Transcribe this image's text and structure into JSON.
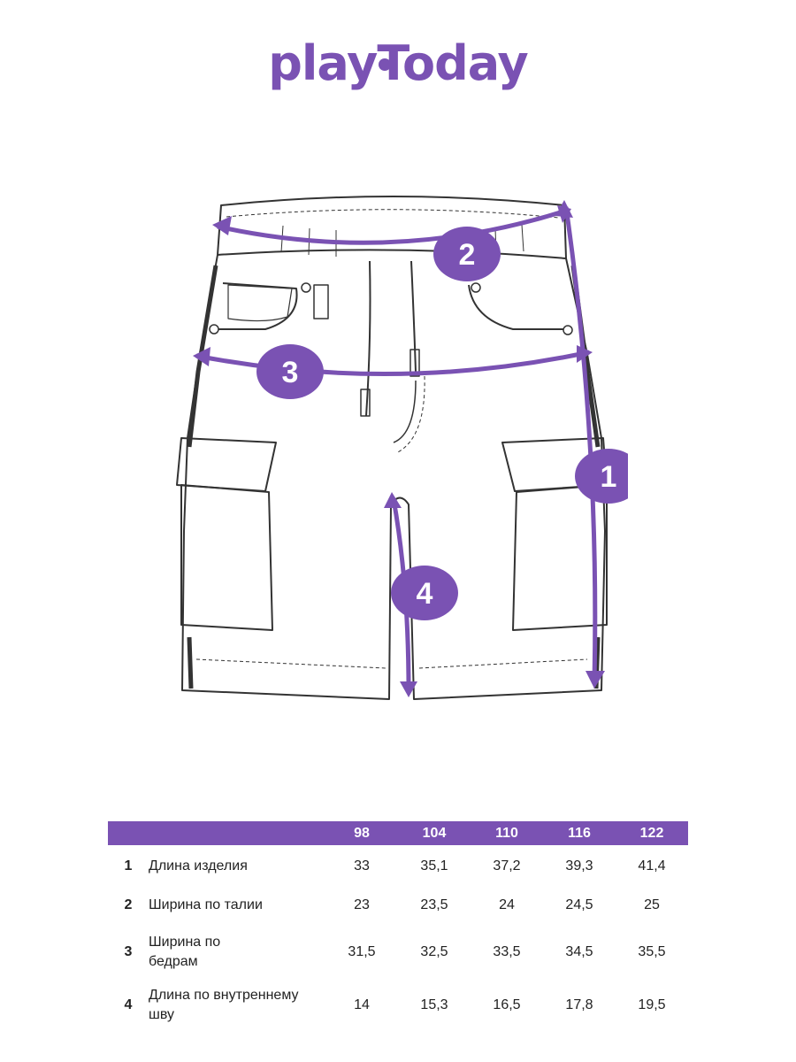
{
  "brand": {
    "logo_text": "playToday"
  },
  "measurements": [
    {
      "number": "1"
    },
    {
      "number": "2"
    },
    {
      "number": "3"
    },
    {
      "number": "4"
    }
  ],
  "table": {
    "sizes": [
      "98",
      "104",
      "110",
      "116",
      "122"
    ],
    "rows": [
      {
        "number": "1",
        "label": "Длина изделия",
        "values": [
          "33",
          "35,1",
          "37,2",
          "39,3",
          "41,4"
        ]
      },
      {
        "number": "2",
        "label": "Ширина по талии",
        "values": [
          "23",
          "23,5",
          "24",
          "24,5",
          "25"
        ]
      },
      {
        "number": "3",
        "label": "Ширина по бедрам",
        "values": [
          "31,5",
          "32,5",
          "33,5",
          "34,5",
          "35,5"
        ]
      },
      {
        "number": "4",
        "label": "Длина по внутреннему шву",
        "values": [
          "14",
          "15,3",
          "16,5",
          "17,8",
          "19,5"
        ]
      }
    ]
  },
  "colors": {
    "accent": "#7a52b3",
    "line": "#333333"
  }
}
